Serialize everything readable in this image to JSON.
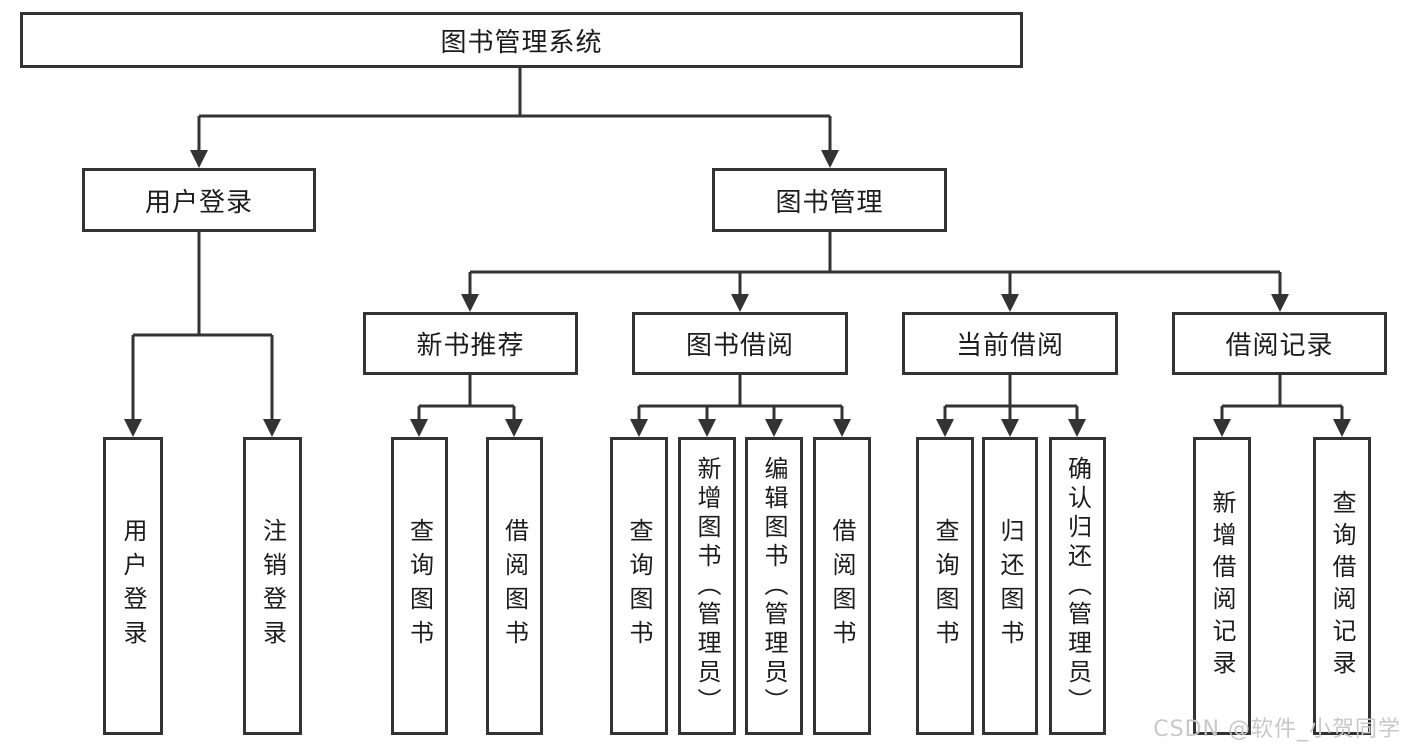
{
  "tree": {
    "root": {
      "label": "图书管理系统"
    },
    "branches": [
      {
        "label": "用户登录",
        "children": [
          {
            "label": "用户登录"
          },
          {
            "label": "注销登录"
          }
        ]
      },
      {
        "label": "图书管理",
        "children": [
          {
            "label": "新书推荐",
            "children": [
              {
                "label": "查询图书"
              },
              {
                "label": "借阅图书"
              }
            ]
          },
          {
            "label": "图书借阅",
            "children": [
              {
                "label": "查询图书"
              },
              {
                "label": "新增图书（管理员）"
              },
              {
                "label": "编辑图书（管理员）"
              },
              {
                "label": "借阅图书"
              }
            ]
          },
          {
            "label": "当前借阅",
            "children": [
              {
                "label": "查询图书"
              },
              {
                "label": "归还图书"
              },
              {
                "label": "确认归还（管理员）"
              }
            ]
          },
          {
            "label": "借阅记录",
            "children": [
              {
                "label": "新增借阅记录"
              },
              {
                "label": "查询借阅记录"
              }
            ]
          }
        ]
      }
    ]
  },
  "watermark": "CSDN @软件_小贺同学",
  "colors": {
    "line": "#333333",
    "box_border": "#333333",
    "text": "#1c1c1c",
    "watermark": "#c8c8c8",
    "background": "#ffffff"
  }
}
